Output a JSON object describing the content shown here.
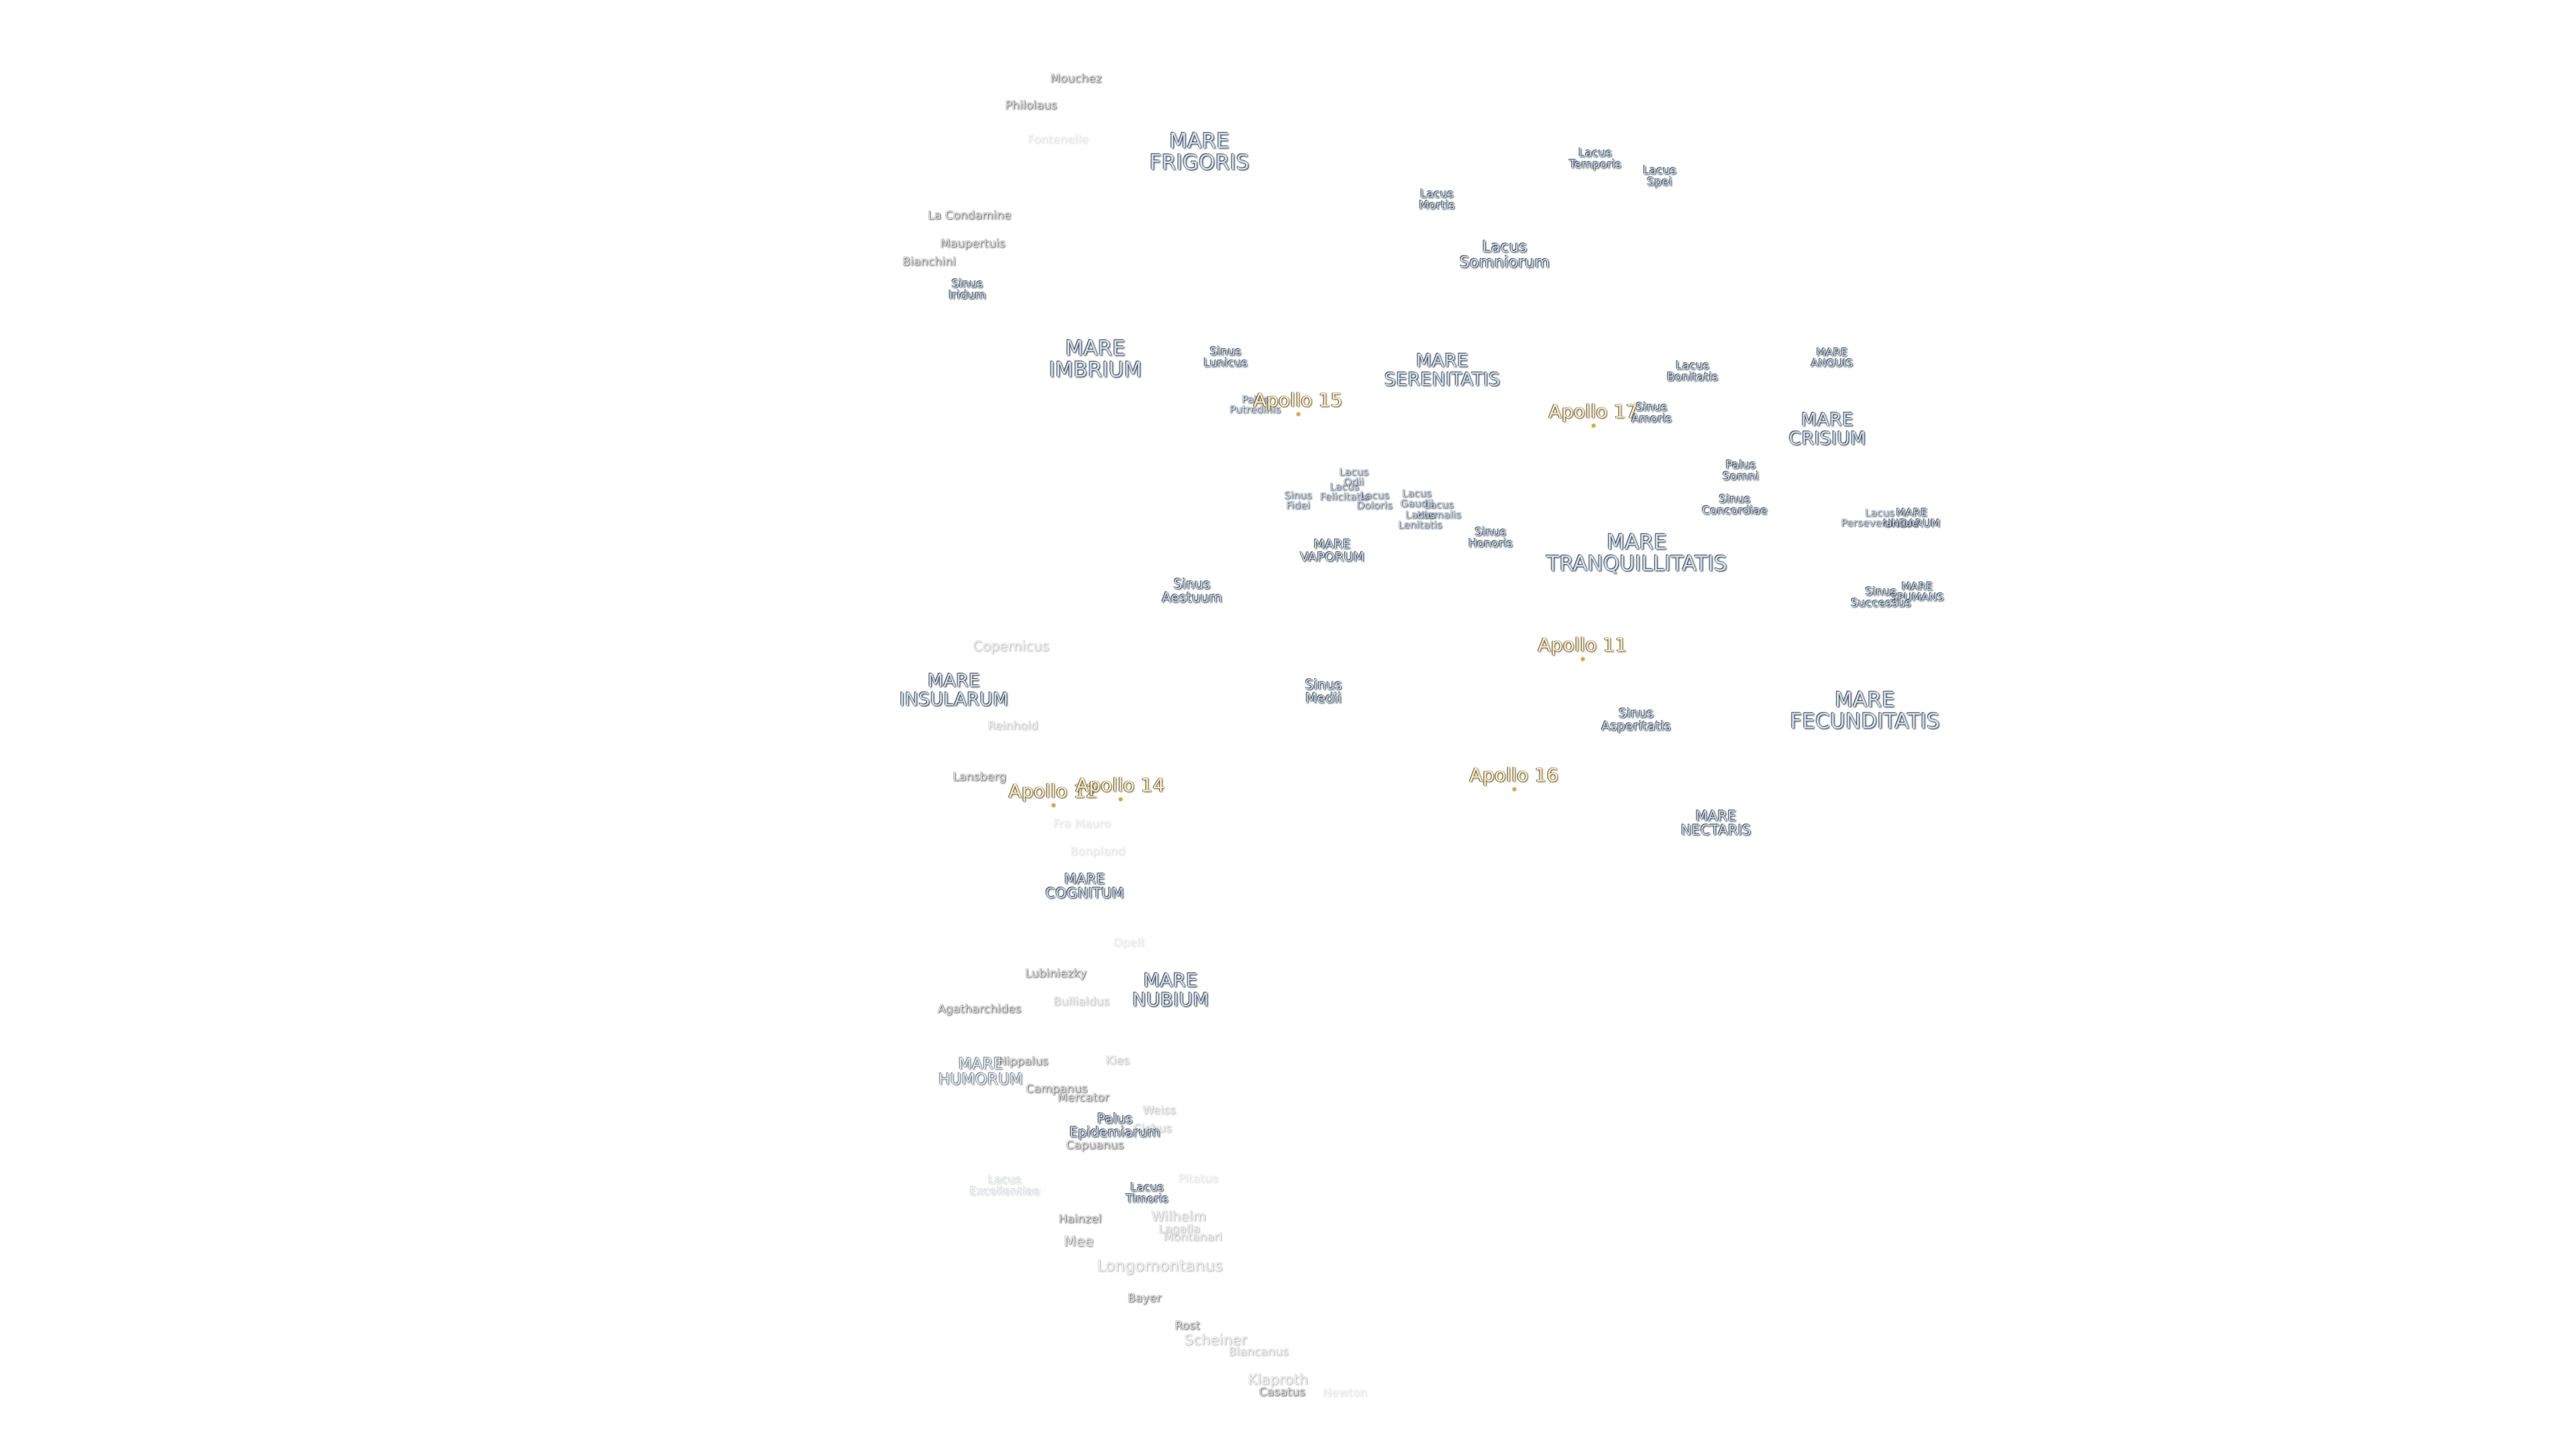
{
  "maria": {
    "frigoris": "MARE\nFRIGORIS",
    "imbrium": "MARE\nIMBRIUM",
    "serenitatis": "MARE\nSERENITATIS",
    "crisium": "MARE\nCRISIUM",
    "anguis": "MARE\nANGUIS",
    "undarum": "MARE\nUNDARUM",
    "spumans": "MARE\nSPUMANS",
    "tranquillitatis": "MARE\nTRANQUILLITATIS",
    "vaporum": "MARE\nVAPORUM",
    "insularum": "MARE\nINSULARUM",
    "fecunditatis": "MARE\nFECUNDITATIS",
    "nectaris": "MARE\nNECTARIS",
    "cognitum": "MARE\nCOGNITUM",
    "nubium": "MARE\nNUBIUM",
    "humorum": "MARE\nHUMORUM"
  },
  "features": {
    "lacus_temporis": "Lacus\nTemporis",
    "lacus_spei": "Lacus\nSpei",
    "lacus_mortis": "Lacus\nMortis",
    "lacus_somniorum": "Lacus\nSomniorum",
    "sinus_iridum": "Sinus\nIridum",
    "sinus_lunicus": "Sinus\nLunicus",
    "palus_putredinis": "Palus\nPutredinis",
    "lacus_bonitatis": "Lacus\nBonitatis",
    "sinus_amoris": "Sinus\nAmoris",
    "palus_somni": "Palus\nSomni",
    "sinus_concordiae": "Sinus\nConcordiae",
    "lacus_perseverantiae": "Lacus\nPerseverantiae",
    "sinus_successus": "Sinus\nSuccessus",
    "lacus_odii": "Lacus\nOdii",
    "lacus_felicitatis": "Lacus\nFelicitatis",
    "sinus_fidei": "Sinus\nFidei",
    "lacus_doloris": "Lacus\nDoloris",
    "lacus_gaudii": "Lacus\nGaudii",
    "lacus_hiemalis": "Lacus\nHiemalis",
    "lacus_lenitatis": "Lacus\nLenitatis",
    "sinus_honoris": "Sinus\nHonoris",
    "sinus_aestuum": "Sinus\nAestuum",
    "sinus_medii": "Sinus\nMedii",
    "sinus_asperitatis": "Sinus\nAsperitatis",
    "palus_epidemiarum": "Palus\nEpidemiarum",
    "lacus_timoris": "Lacus\nTimoris",
    "lacus_excellentiae": "Lacus\nExcellentiae"
  },
  "craters": {
    "mouchez": "Mouchez",
    "philolaus": "Philolaus",
    "fontenelle": "Fontenelle",
    "la_condamine": "La Condamine",
    "maupertuis": "Maupertuis",
    "bianchini": "Bianchini",
    "copernicus": "Copernicus",
    "reinhold": "Reinhold",
    "lansberg": "Lansberg",
    "fra_mauro": "Fra Mauro",
    "bonpland": "Bonpland",
    "opelt": "Opelt",
    "lubiniezky": "Lubiniezky",
    "bullialdus": "Bullialdus",
    "agatharchides": "Agatharchides",
    "hippalus": "Hippalus",
    "kies": "Kies",
    "campanus": "Campanus",
    "mercator": "Mercator",
    "weiss": "Weiss",
    "cichus": "Cichus",
    "capuanus": "Capuanus",
    "pitatus": "Pitatus",
    "hainzel": "Hainzel",
    "wilhelm": "Wilhelm",
    "lagalla": "Lagalla",
    "montanari": "Montanari",
    "mee": "Mee",
    "longomontanus": "Longomontanus",
    "bayer": "Bayer",
    "rost": "Rost",
    "scheiner": "Scheiner",
    "blancanus": "Blancanus",
    "klaproth": "Klaproth",
    "casatus": "Casatus",
    "newton": "Newton"
  },
  "apollo": {
    "a11": "Apollo 11",
    "a12": "Apollo 12",
    "a14": "Apollo 14",
    "a15": "Apollo 15",
    "a16": "Apollo 16",
    "a17": "Apollo 17"
  },
  "colors": {
    "background": "#ffffff",
    "feature_text": "#d4dde9",
    "feature_outline": "#1a2a3a",
    "crater_text": "#e6e6e6",
    "apollo_text": "#f6eccc",
    "apollo_marker": "#d8a838"
  }
}
